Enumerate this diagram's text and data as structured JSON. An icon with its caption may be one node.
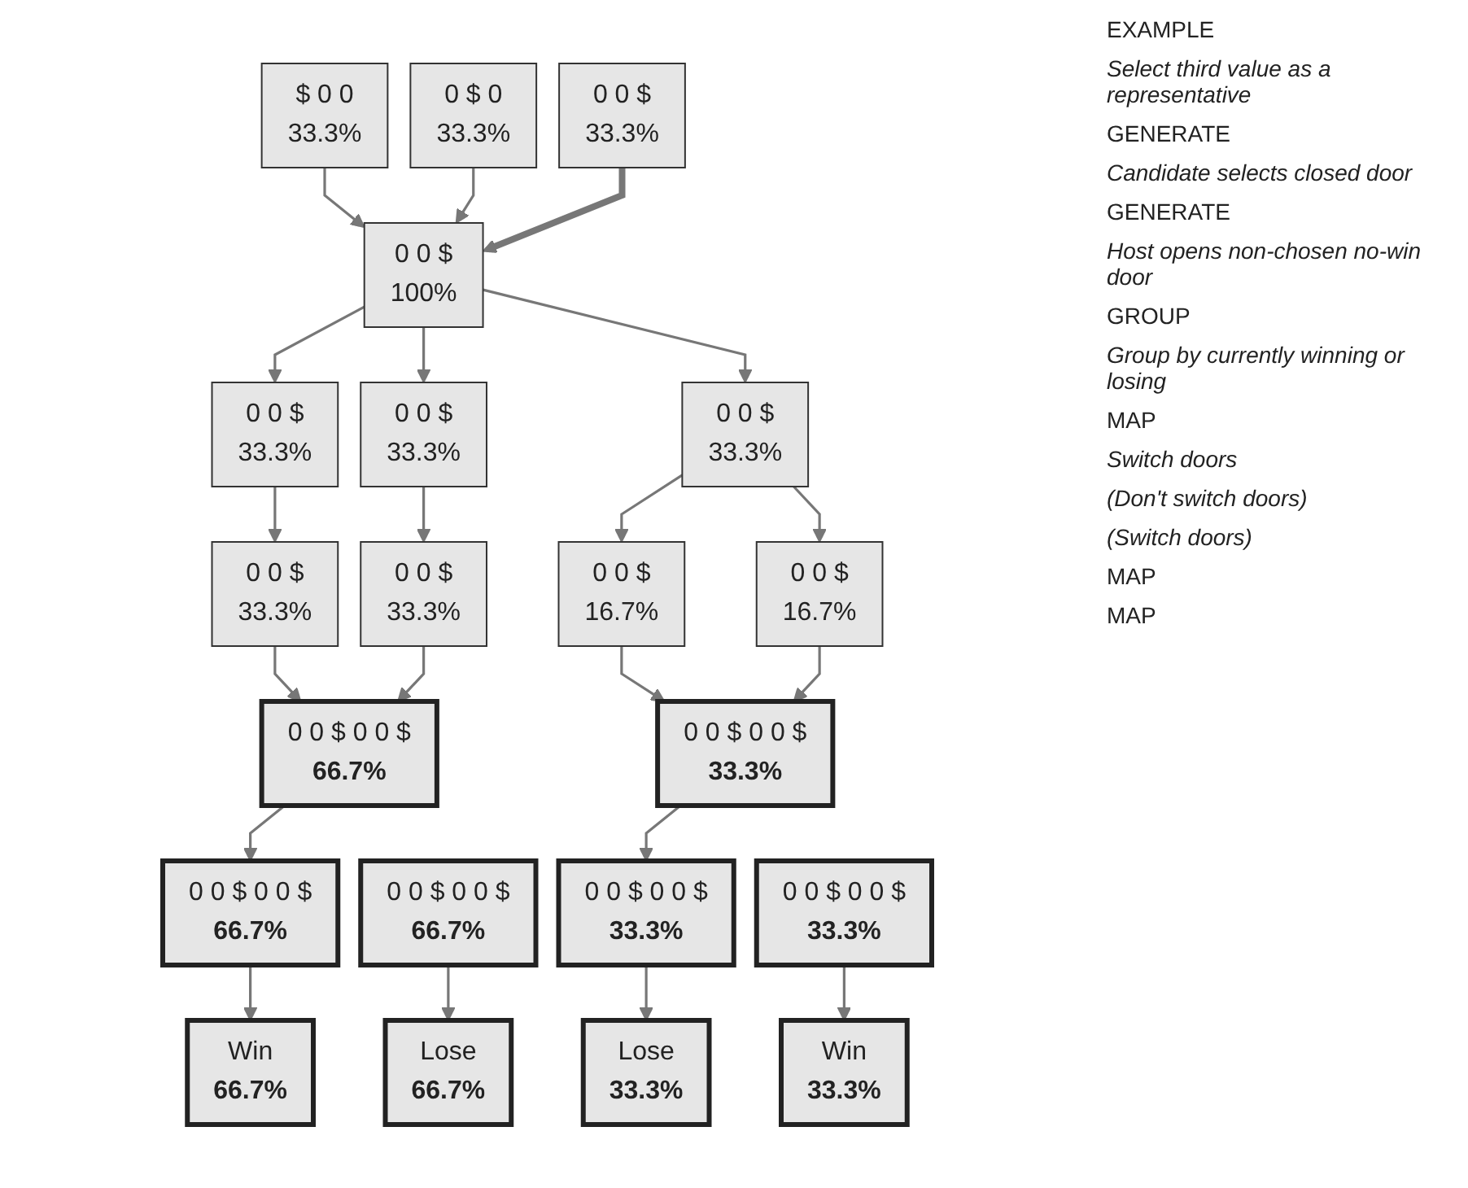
{
  "diagram": {
    "nodes": [
      {
        "text": [
          "$ 0 0",
          "33.3%"
        ]
      },
      {
        "text": [
          "0 $ 0",
          "33.3%"
        ]
      },
      {
        "text": [
          "0 0 $",
          "33.3%"
        ]
      },
      {
        "text": [
          "0 0 $",
          "100%"
        ]
      },
      {
        "text": [
          "0 0 $",
          "33.3%"
        ]
      },
      {
        "text": [
          "0 0 $",
          "33.3%"
        ]
      },
      {
        "text": [
          "0 0 $",
          "33.3%"
        ]
      },
      {
        "text": [
          "0 0 $",
          "33.3%"
        ]
      },
      {
        "text": [
          "0 0 $",
          "33.3%"
        ]
      },
      {
        "text": [
          "0 0 $",
          "16.7%"
        ]
      },
      {
        "text": [
          "0 0 $",
          "16.7%"
        ]
      },
      {
        "text": [
          "0 0 $ 0 0 $",
          "66.7%"
        ]
      },
      {
        "text": [
          "0 0 $ 0 0 $",
          "33.3%"
        ]
      },
      {
        "text": [
          "0 0 $ 0 0 $",
          "66.7%"
        ]
      },
      {
        "text": [
          "0 0 $ 0 0 $",
          "33.3%"
        ]
      },
      {
        "text": [
          "0 0 $ 0 0 $",
          "66.7%"
        ]
      },
      {
        "text": [
          "0 0 $ 0 0 $",
          "33.3%"
        ]
      },
      {
        "text": [
          "Lose",
          "66.7%"
        ]
      },
      {
        "text": [
          "Win",
          "33.3%"
        ]
      },
      {
        "text": [
          "Win",
          "66.7%"
        ]
      },
      {
        "text": [
          "Lose",
          "33.3%"
        ]
      }
    ],
    "edges": [
      {
        "from": 0,
        "to": 3,
        "arrow": "to"
      },
      {
        "from": 1,
        "to": 3,
        "arrow": "to"
      },
      {
        "from": 2,
        "to": 3,
        "arrow": "to",
        "style": "thick"
      },
      {
        "from": 3,
        "to": 4,
        "arrow": "to"
      },
      {
        "from": 3,
        "to": 5,
        "arrow": "to"
      },
      {
        "from": 3,
        "to": 6,
        "arrow": "to"
      },
      {
        "from": 4,
        "to": 7,
        "arrow": "to"
      },
      {
        "from": 5,
        "to": 8,
        "arrow": "to"
      },
      {
        "from": 6,
        "to": 9,
        "arrow": "to"
      },
      {
        "from": 6,
        "to": 10,
        "arrow": "to"
      },
      {
        "from": 7,
        "to": 11,
        "arrow": "to"
      },
      {
        "from": 8,
        "to": 11,
        "arrow": "to"
      },
      {
        "from": 9,
        "to": 12,
        "arrow": "to"
      },
      {
        "from": 10,
        "to": 12,
        "arrow": "to"
      },
      {
        "from": 11,
        "to": 15,
        "arrow": "to"
      },
      {
        "from": 12,
        "to": 16,
        "arrow": "to"
      },
      {
        "from": 13,
        "to": 17,
        "arrow": "to"
      },
      {
        "from": 14,
        "to": 18,
        "arrow": "to"
      },
      {
        "from": 15,
        "to": 19,
        "arrow": "to"
      },
      {
        "from": 16,
        "to": 20,
        "arrow": "to"
      }
    ],
    "labels": [
      "EXAMPLE",
      "Select third value as a representative",
      "GENERATE",
      "Candidate selects closed door",
      "GENERATE",
      "Host opens non-chosen no-win door",
      "GROUP",
      "Group by currently winning or losing",
      "MAP",
      "Switch doors",
      "(Don't switch doors)",
      "(Switch doors)",
      "MAP",
      "MAP"
    ]
  }
}
